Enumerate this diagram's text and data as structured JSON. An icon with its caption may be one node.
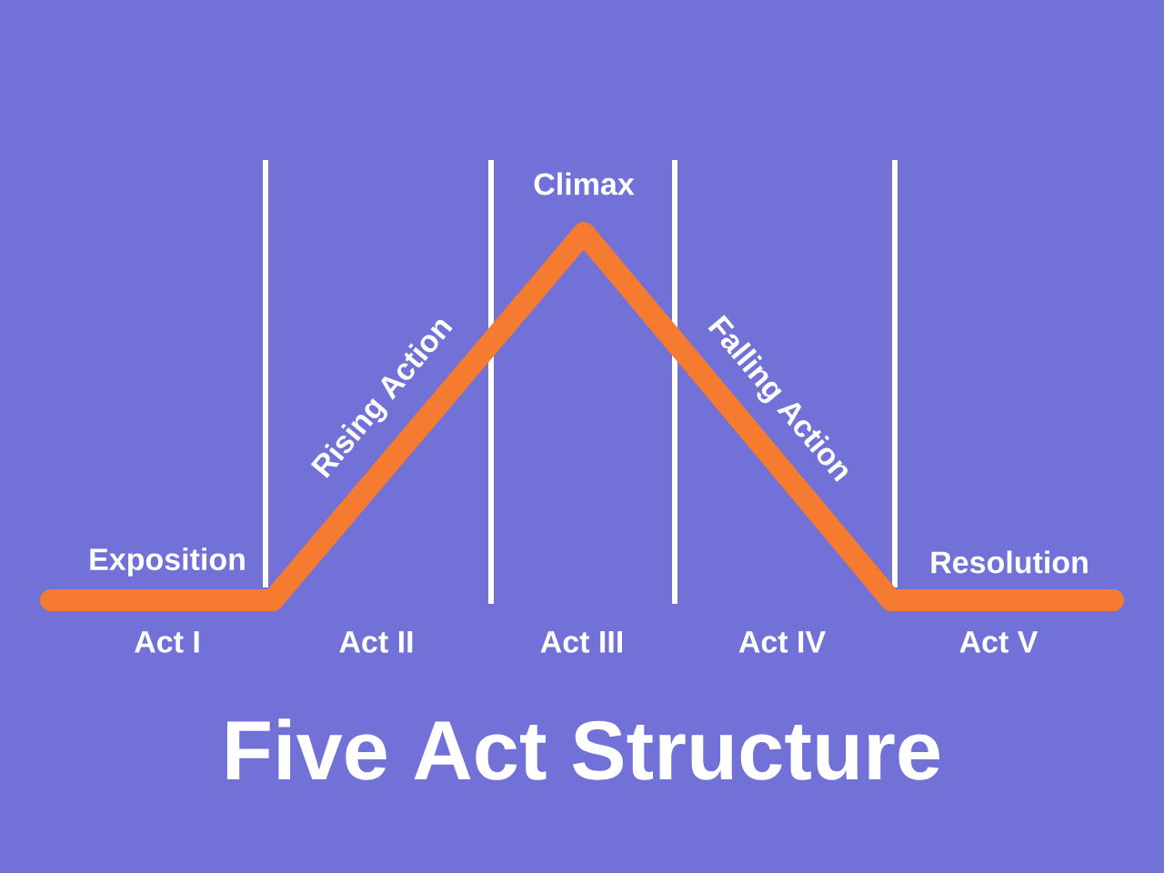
{
  "diagram": {
    "title": "Five Act Structure",
    "labels": [
      "Climax",
      "Rising Action",
      "Falling Action",
      "Exposition",
      "Resolution",
      "Act I",
      "Act II",
      "Act III",
      "Act IV",
      "Act V"
    ]
  }
}
